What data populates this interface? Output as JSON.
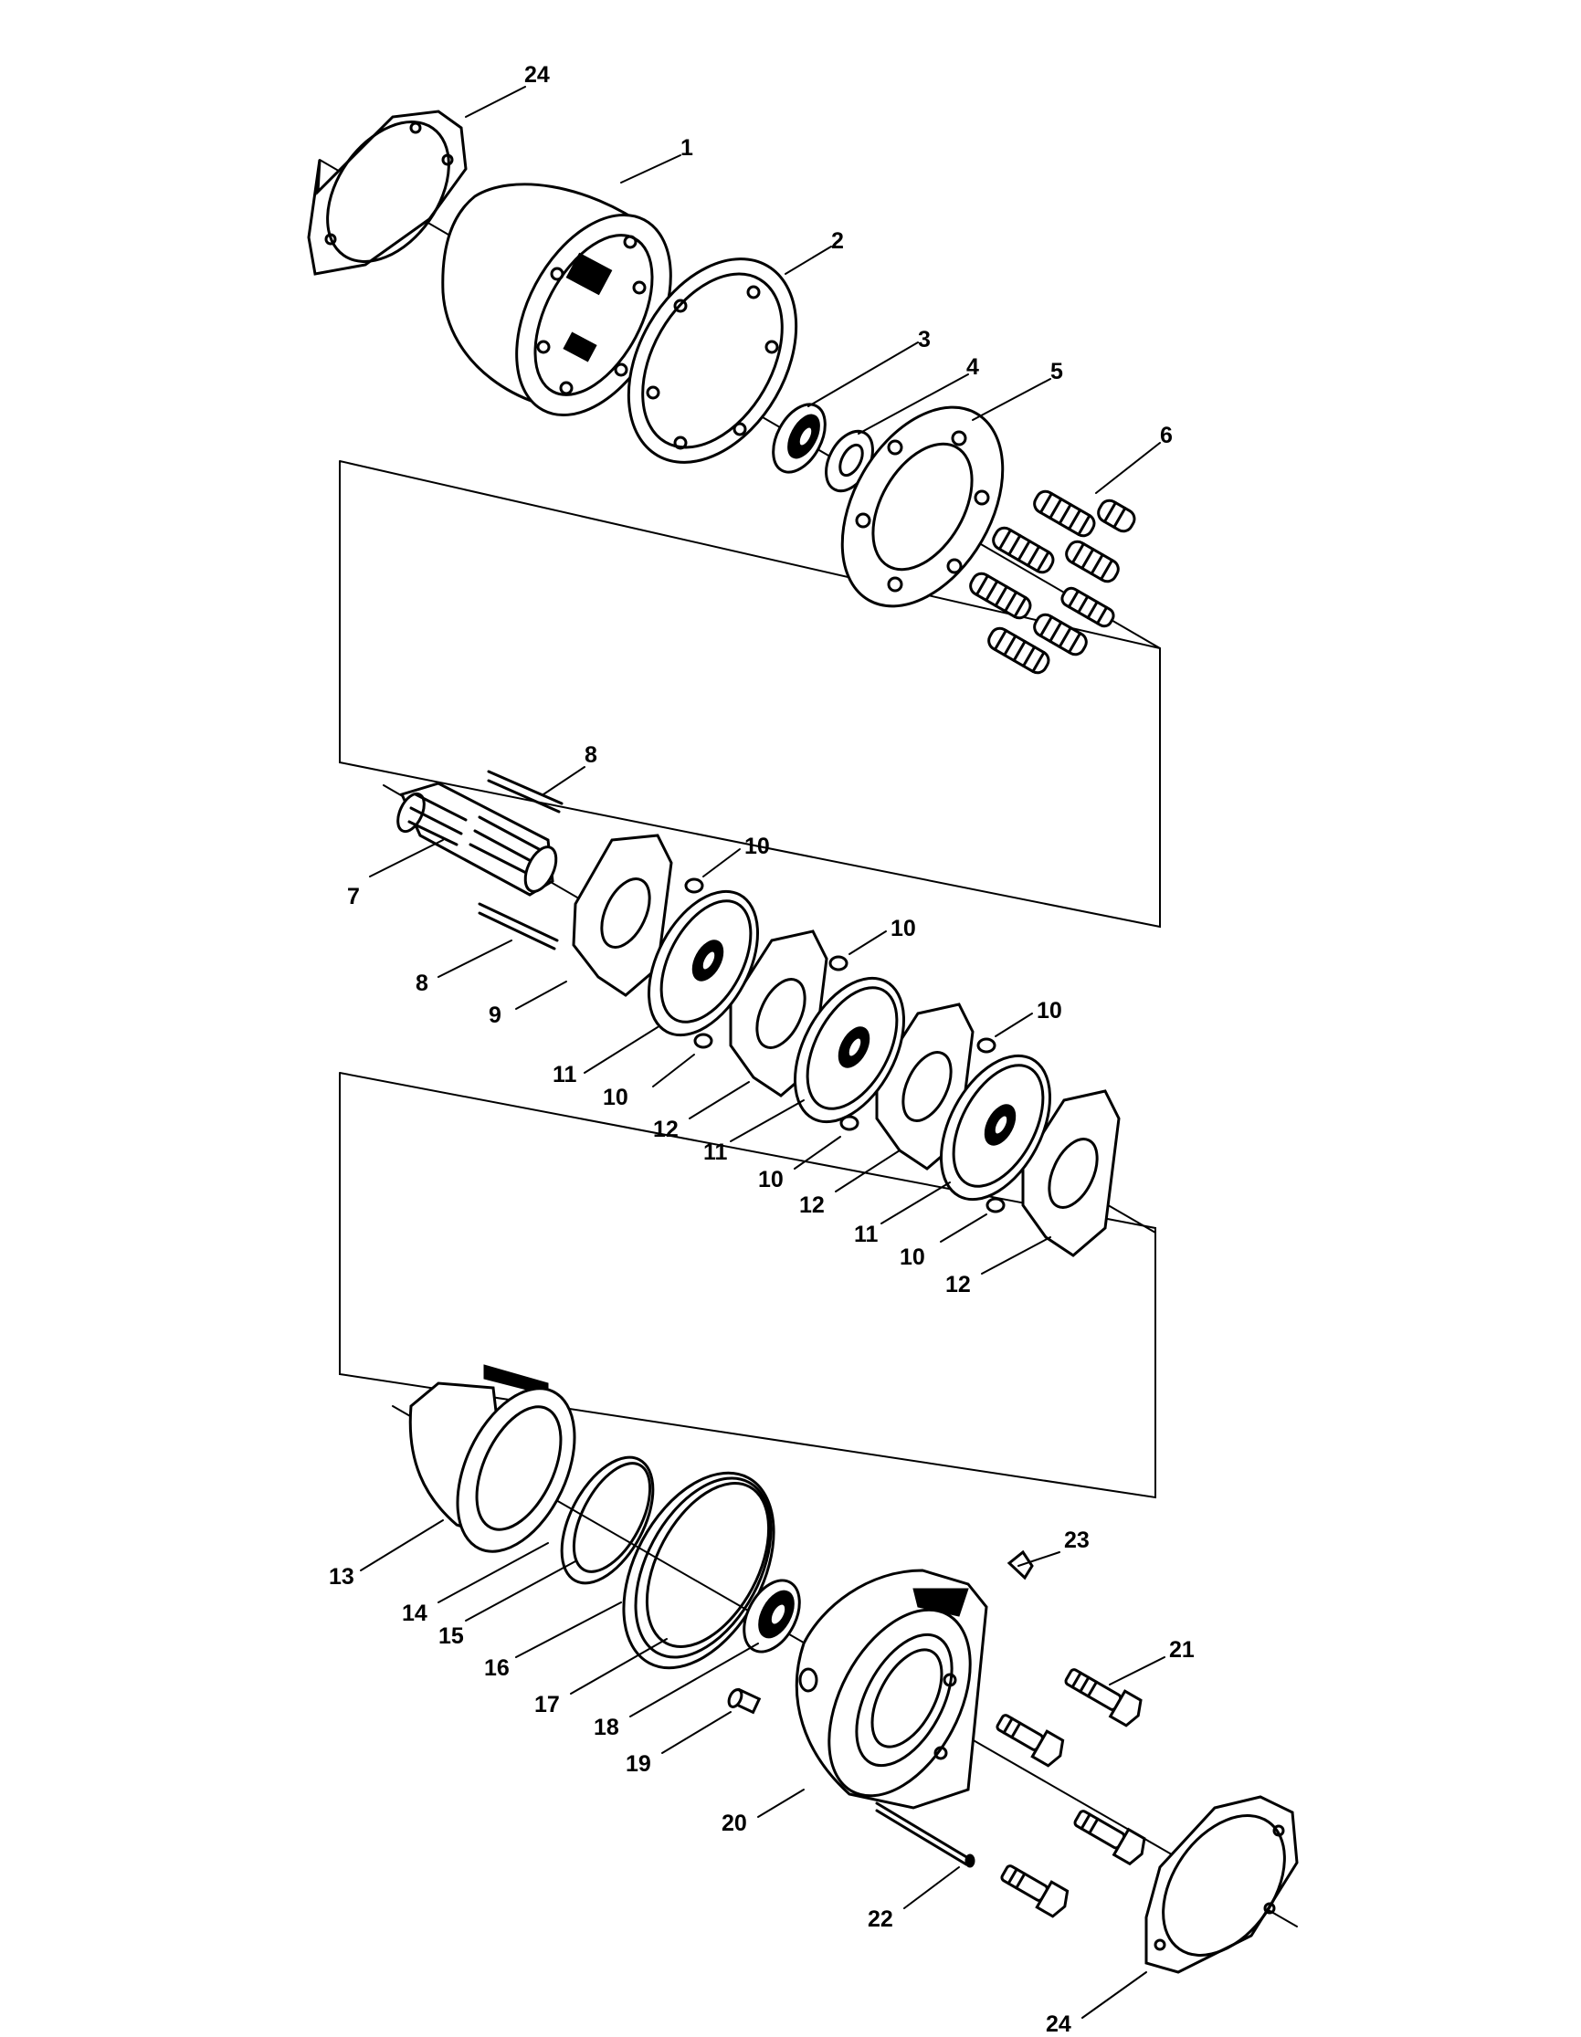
{
  "diagram": {
    "callouts": [
      {
        "id": "c24a",
        "label": "24"
      },
      {
        "id": "c1",
        "label": "1"
      },
      {
        "id": "c2",
        "label": "2"
      },
      {
        "id": "c3",
        "label": "3"
      },
      {
        "id": "c4",
        "label": "4"
      },
      {
        "id": "c5",
        "label": "5"
      },
      {
        "id": "c6",
        "label": "6"
      },
      {
        "id": "c8a",
        "label": "8"
      },
      {
        "id": "c7",
        "label": "7"
      },
      {
        "id": "c8b",
        "label": "8"
      },
      {
        "id": "c10a",
        "label": "10"
      },
      {
        "id": "c10b",
        "label": "10"
      },
      {
        "id": "c10c",
        "label": "10"
      },
      {
        "id": "c9",
        "label": "9"
      },
      {
        "id": "c11a",
        "label": "11"
      },
      {
        "id": "c10d",
        "label": "10"
      },
      {
        "id": "c12a",
        "label": "12"
      },
      {
        "id": "c11b",
        "label": "11"
      },
      {
        "id": "c10e",
        "label": "10"
      },
      {
        "id": "c12b",
        "label": "12"
      },
      {
        "id": "c11c",
        "label": "11"
      },
      {
        "id": "c10f",
        "label": "10"
      },
      {
        "id": "c12c",
        "label": "12"
      },
      {
        "id": "c13",
        "label": "13"
      },
      {
        "id": "c14",
        "label": "14"
      },
      {
        "id": "c15",
        "label": "15"
      },
      {
        "id": "c16",
        "label": "16"
      },
      {
        "id": "c17",
        "label": "17"
      },
      {
        "id": "c18",
        "label": "18"
      },
      {
        "id": "c19",
        "label": "19"
      },
      {
        "id": "c20",
        "label": "20"
      },
      {
        "id": "c21",
        "label": "21"
      },
      {
        "id": "c22",
        "label": "22"
      },
      {
        "id": "c23",
        "label": "23"
      },
      {
        "id": "c24b",
        "label": "24"
      }
    ]
  }
}
